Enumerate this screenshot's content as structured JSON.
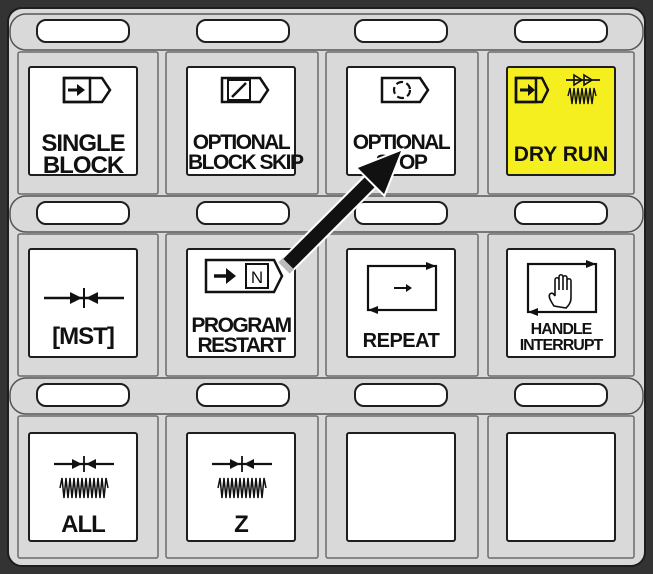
{
  "panel": {
    "colors": {
      "bezel": "#333333",
      "frame": "#d9d9d9",
      "key": "#ffffff",
      "dry_run": "#f5ef1f"
    },
    "keys": [
      {
        "name": "single-block",
        "lines": [
          "SINGLE",
          "BLOCK"
        ],
        "icon": "single-block-icon"
      },
      {
        "name": "optional-block-skip",
        "lines": [
          "OPTIONAL",
          "BLOCK SKIP"
        ],
        "icon": "block-skip-icon"
      },
      {
        "name": "optional-stop",
        "lines": [
          "OPTIONAL",
          "STOP"
        ],
        "icon": "optional-stop-icon"
      },
      {
        "name": "dry-run",
        "lines": [
          "DRY RUN"
        ],
        "icon": "dry-run-icon"
      },
      {
        "name": "mst-lock",
        "lines": [
          "[MST]"
        ],
        "icon": "lock-icon"
      },
      {
        "name": "program-restart",
        "lines": [
          "PROGRAM",
          "RESTART"
        ],
        "icon": "program-restart-icon"
      },
      {
        "name": "repeat",
        "lines": [
          "REPEAT"
        ],
        "icon": "repeat-icon"
      },
      {
        "name": "handle-interrupt",
        "lines": [
          "HANDLE",
          "INTERRUPT"
        ],
        "icon": "handle-interrupt-icon"
      },
      {
        "name": "all-axis-lock",
        "lines": [
          "ALL"
        ],
        "icon": "axis-lock-icon"
      },
      {
        "name": "z-axis-lock",
        "lines": [
          "Z"
        ],
        "icon": "axis-lock-icon"
      },
      {
        "name": "blank-key-1",
        "lines": [],
        "icon": ""
      },
      {
        "name": "blank-key-2",
        "lines": [],
        "icon": ""
      }
    ]
  }
}
